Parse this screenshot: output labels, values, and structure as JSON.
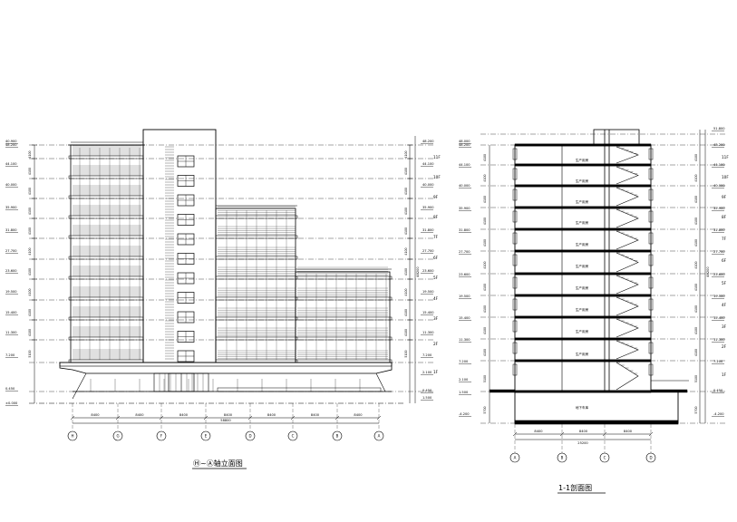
{
  "elevation": {
    "title": "Ⓗ~Ⓐ轴立面图",
    "levels": [
      "40.900",
      "48.200",
      "44.100",
      "40.000",
      "35.900",
      "31.800",
      "27.700",
      "23.600",
      "19.500",
      "15.400",
      "11.300",
      "7.200",
      "0.450",
      "±0.000"
    ],
    "levels_right": [
      "48.200",
      "44.100",
      "40.000",
      "35.900",
      "31.800",
      "27.700",
      "23.600",
      "19.500",
      "15.400",
      "11.300",
      "7.200",
      "2.100",
      "0.450",
      "1.500"
    ],
    "floors": [
      "11F",
      "10F",
      "9F",
      "8F",
      "7F",
      "6F",
      "5F",
      "4F",
      "3F",
      "2F",
      "1F"
    ],
    "bay_dims": [
      "8400",
      "8400",
      "8400",
      "8400",
      "8400",
      "8400",
      "8400"
    ],
    "total_dim": "58800",
    "overall_height": "48200",
    "storey_dims": [
      "4100",
      "4100",
      "4100",
      "4100",
      "4100",
      "4100",
      "4100",
      "4100",
      "4100",
      "4100",
      "5100"
    ],
    "axes": [
      "H",
      "G",
      "F",
      "E",
      "D",
      "C",
      "B",
      "A"
    ]
  },
  "section": {
    "title": "1-1剖面图",
    "levels": [
      "48.000",
      "48.200",
      "44.100",
      "40.000",
      "35.900",
      "31.800",
      "27.700",
      "23.600",
      "19.500",
      "15.400",
      "11.300",
      "7.200",
      "2.100",
      "1.500",
      "-4.200"
    ],
    "levels_right": [
      "51.800",
      "48.200",
      "44.100",
      "40.000",
      "35.900",
      "31.800",
      "27.700",
      "23.600",
      "19.500",
      "15.400",
      "11.300",
      "7.200",
      "0.450",
      "-4.200"
    ],
    "floors": [
      "11F",
      "10F",
      "9F",
      "8F",
      "7F",
      "6F",
      "5F",
      "4F",
      "3F",
      "2F",
      "1F"
    ],
    "room_labels": [
      "生产用房",
      "生产用房",
      "生产用房",
      "生产用房",
      "生产用房",
      "生产用房",
      "生产用房",
      "生产用房",
      "生产用房",
      "生产用房",
      "地下车库"
    ],
    "bay_dims": [
      "8400",
      "8400",
      "8400"
    ],
    "total_dim": "25200",
    "overall_height": "48200",
    "storey_dims": [
      "4100",
      "4100",
      "4100",
      "4100",
      "4100",
      "4100",
      "4100",
      "4100",
      "4100",
      "4100",
      "5100",
      "5700"
    ],
    "axes": [
      "A",
      "B",
      "C",
      "D"
    ]
  }
}
